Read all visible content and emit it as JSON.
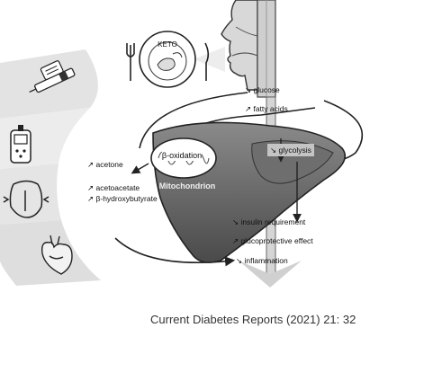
{
  "diagram": {
    "keto_label": "KETO",
    "right_labels": {
      "glucose": "↘ glucose",
      "fatty_acids": "↗ fatty acids",
      "glycolysis": "↘ glycolysis",
      "insulin_requirement": "↘ insulin requirement",
      "glucoprotective_effect": "↗ glucoprotective effect",
      "inflammation": "↘ inflammation"
    },
    "liver_labels": {
      "beta_oxidation": "β-oxidation",
      "mitochondrion": "Mitochondrion"
    },
    "ketones": {
      "acetone": "↗ acetone",
      "acetoacetate": "↗ acetoacetate",
      "beta_hydroxybutyrate": "↗ β-hydroxybutyrate"
    },
    "side_panel_icons": [
      "insulin-pen-icon",
      "glucometer-icon",
      "body-weight-icon",
      "heart-icon"
    ]
  },
  "caption": "Current Diabetes Reports (2021) 21: 32"
}
